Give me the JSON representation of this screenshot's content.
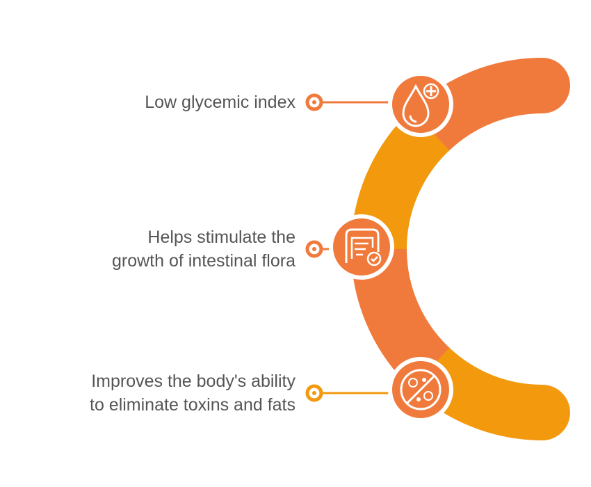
{
  "colors": {
    "primary": "#F07A3C",
    "secondary": "#F2990E",
    "text": "#555555"
  },
  "items": [
    {
      "lines": [
        "Low glycemic index"
      ],
      "icon": "blood-drop-plus-icon"
    },
    {
      "lines": [
        "Helps stimulate the",
        "growth of intestinal flora"
      ],
      "icon": "intestine-check-icon"
    },
    {
      "lines": [
        "Improves the body's ability",
        "to eliminate toxins and fats"
      ],
      "icon": "no-bacteria-icon"
    }
  ]
}
